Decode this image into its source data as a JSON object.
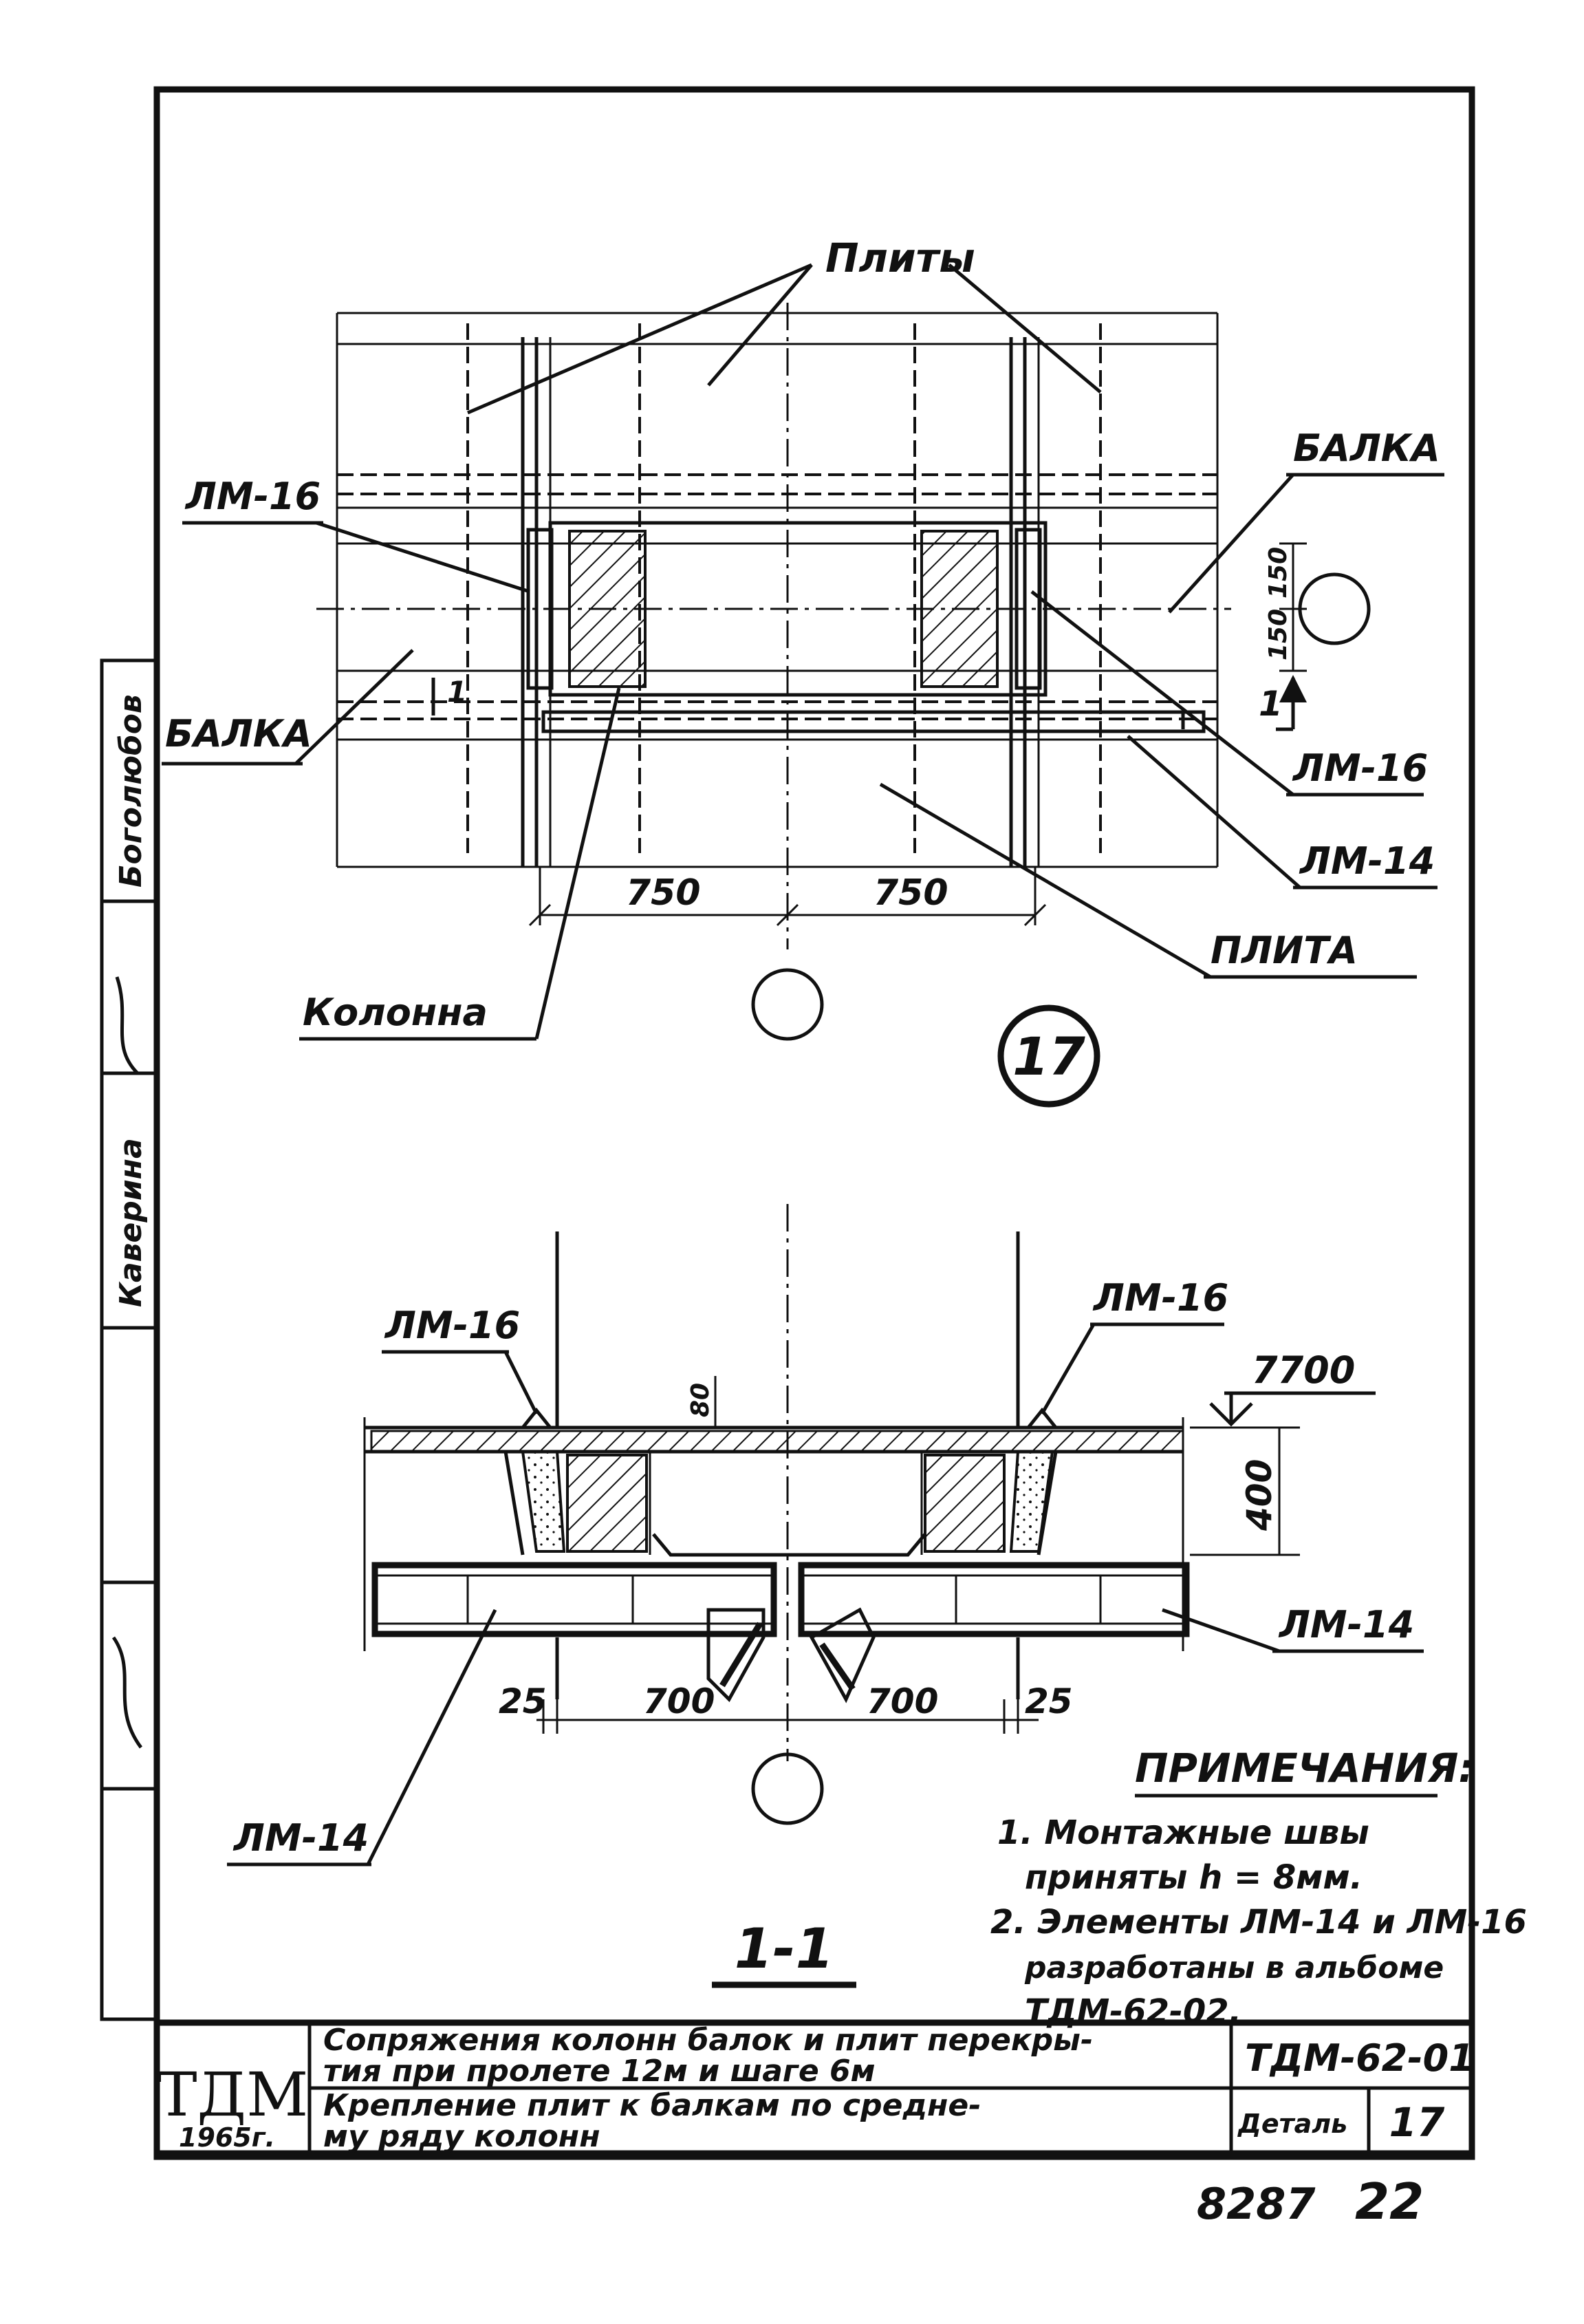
{
  "plan": {
    "label_plity": "Плиты",
    "label_balka_right": "БАЛКА",
    "label_balka_left": "БАЛКА",
    "label_lm16_left": "ЛМ-16",
    "label_lm16_right": "ЛМ-16",
    "label_lm14": "ЛМ-14",
    "label_plita": "ПЛИТА",
    "label_kolonna": "Колонна",
    "dim_left": "750",
    "dim_right": "750",
    "dim_150_top": "150",
    "dim_150_bottom": "150",
    "section_mark": "1",
    "detail_number": "17"
  },
  "section": {
    "label_lm16_left": "ЛМ-16",
    "label_lm16_right": "ЛМ-16",
    "label_lm14_right": "ЛМ-14",
    "label_lm14_left": "ЛМ-14",
    "elevation": "7700",
    "dim_height": "400",
    "dim_80": "80",
    "dim_25_left": "25",
    "dim_700_left": "700",
    "dim_700_right": "700",
    "dim_25_right": "25",
    "title": "1-1"
  },
  "notes": {
    "heading": "ПРИМЕЧАНИЯ:",
    "line1": "1. Монтажные швы",
    "line2": "приняты h = 8мм.",
    "line3": "2. Элементы ЛМ-14 и ЛМ-16",
    "line4": "разработаны в альбоме",
    "line5": "ТДМ-62-02."
  },
  "title_block": {
    "org": "ТДМ",
    "year": "1965г.",
    "title_line1": "Сопряжения колонн балок и плит перекры-",
    "title_line2": "тия при пролете 12м и шаге 6м",
    "subtitle_line1": "Крепление плит к балкам по средне-",
    "subtitle_line2": "му ряду колонн",
    "album_code": "ТДМ-62-01",
    "detail_label": "Деталь",
    "detail_value": "17"
  },
  "side_stamp": {
    "name1": "Боголюбов",
    "name2": "Каверина"
  },
  "footer": {
    "sheet_code": "8287",
    "page_number": "22"
  }
}
